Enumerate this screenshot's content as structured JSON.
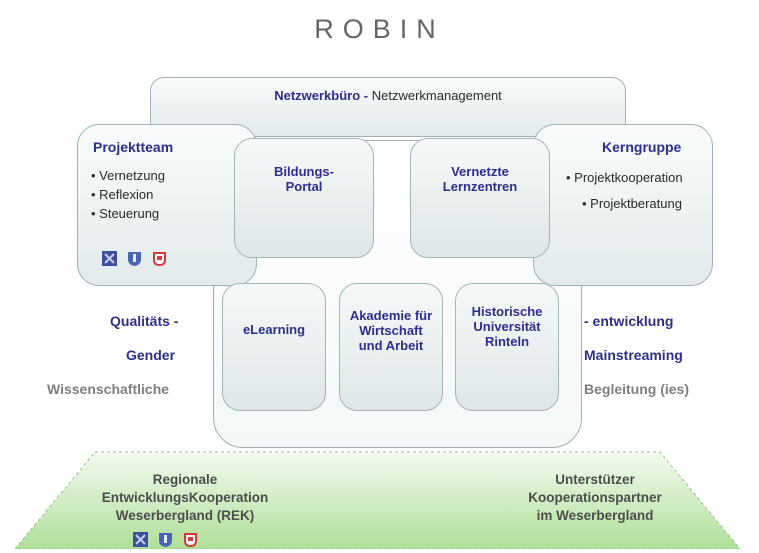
{
  "title": "ROBIN",
  "network_office": {
    "bold": "Netzwerkbüro -",
    "regular": "Netzwerkmanagement"
  },
  "project_team": {
    "title": "Projektteam",
    "items": [
      "Vernetzung",
      "Reflexion",
      "Steuerung"
    ]
  },
  "core_group": {
    "title": "Kerngruppe",
    "items": [
      "Projektkooperation",
      "Projektberatung"
    ]
  },
  "portals": {
    "education": [
      "Bildungs-",
      "Portal"
    ],
    "learning_centers": [
      "Vernetzte",
      "Lernzentren"
    ],
    "elearning": [
      "eLearning"
    ],
    "academy": [
      "Akademie für",
      "Wirtschaft",
      "und Arbeit"
    ],
    "university": [
      "Historische",
      "Universität",
      "Rinteln"
    ]
  },
  "side_labels": {
    "quality_left": "Qualitäts -",
    "quality_right": "- entwicklung",
    "gender_left": "Gender",
    "gender_right": "Mainstreaming",
    "science_left": "Wissenschaftliche",
    "science_right": "Begleitung (ies)"
  },
  "base": {
    "left": [
      "Regionale",
      "EntwicklungsKooperation",
      "Weserbergland (REK)"
    ],
    "right": [
      "Unterstützer",
      "Kooperationspartner",
      "im Weserbergland"
    ]
  },
  "logos": [
    "crest-blue-icon",
    "crest-shield-icon",
    "crest-red-icon"
  ],
  "colors": {
    "navy": "#2e2e8e",
    "grey_text": "#7f7f7f",
    "box_border": "#9fb1b4",
    "base_green": "#b9e3a6"
  }
}
